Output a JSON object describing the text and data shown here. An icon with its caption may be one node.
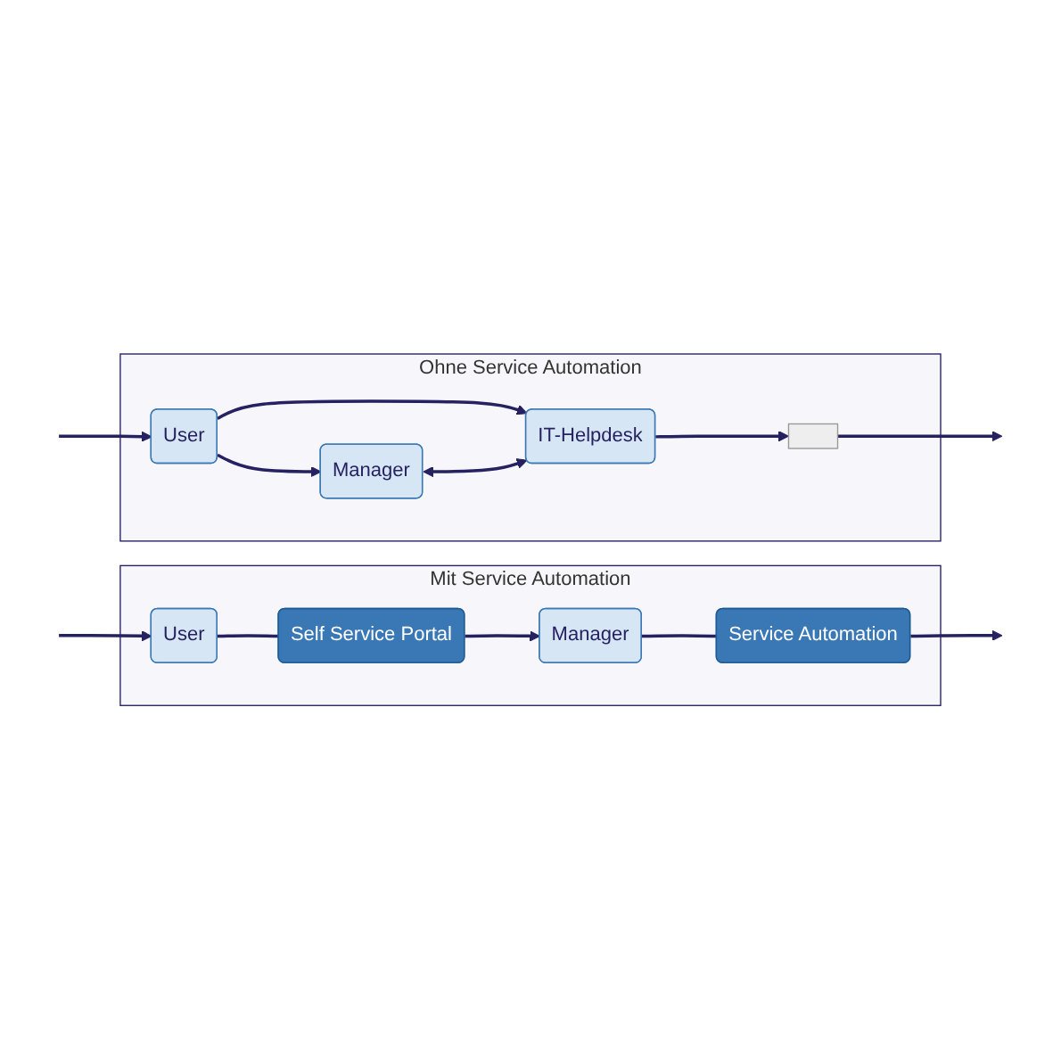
{
  "diagram": {
    "nodes": [
      {
        "text": [
          "Ohne Service Automation"
        ]
      },
      {
        "text": [
          "User"
        ],
        "in": 0
      },
      {
        "text": [
          "Manager"
        ],
        "in": 0
      },
      {
        "text": [
          "IT-Helpdesk"
        ],
        "in": 0
      },
      {
        "text": [],
        "shape": "box",
        "in": 0
      },
      {
        "text": [
          "Mit Service Automation"
        ]
      },
      {
        "text": [
          "User"
        ],
        "in": 5
      },
      {
        "text": [
          "Self Service Portal"
        ],
        "in": 5
      },
      {
        "text": [
          "Manager"
        ],
        "in": 5
      },
      {
        "text": [
          "Service Automation"
        ],
        "in": 5
      }
    ],
    "edges": [
      {
        "from": 1,
        "to": 3,
        "arrow": "to"
      },
      {
        "from": 1,
        "to": 2,
        "arrow": "to"
      },
      {
        "from": 2,
        "to": 3,
        "arrow": "both"
      },
      {
        "from": 3,
        "to": 4,
        "arrow": "to"
      },
      {
        "from": 4,
        "to": null,
        "arrow": "to"
      },
      {
        "from": null,
        "to": 1,
        "arrow": "to"
      },
      {
        "from": 6,
        "to": 7,
        "arrow": "none"
      },
      {
        "from": 7,
        "to": 8,
        "arrow": "to"
      },
      {
        "from": 8,
        "to": 9,
        "arrow": "none"
      },
      {
        "from": 9,
        "to": null,
        "arrow": "to"
      },
      {
        "from": null,
        "to": 6,
        "arrow": "to"
      }
    ]
  }
}
